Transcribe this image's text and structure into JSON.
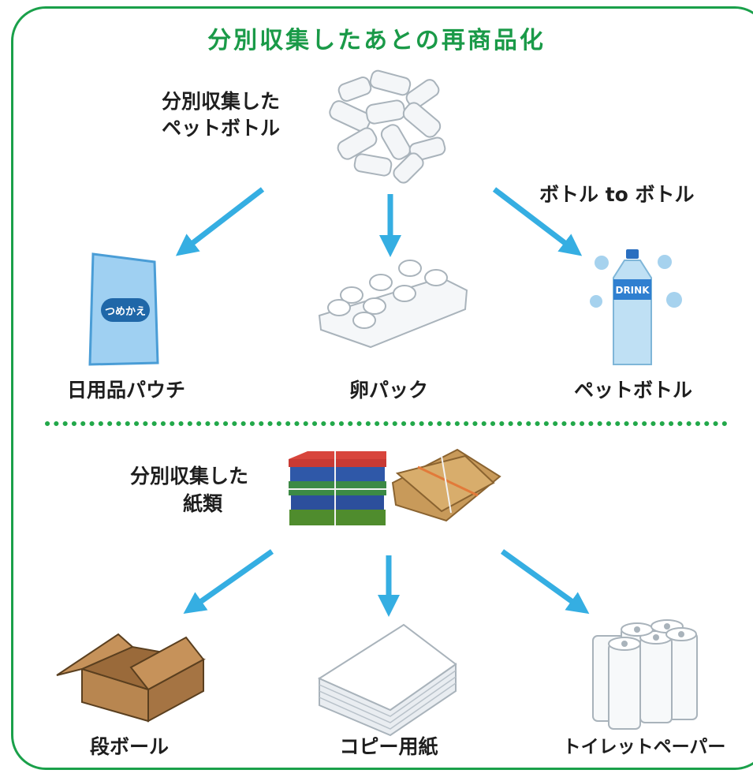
{
  "title": "分別収集したあとの再商品化",
  "pet_section": {
    "source_line1": "分別収集した",
    "source_line2": "ペットボトル",
    "bottle_to_bottle": "ボトル to ボトル",
    "products": [
      "日用品パウチ",
      "卵パック",
      "ペットボトル"
    ],
    "pouch_text": "つめかえ",
    "bottle_label": "DRINK"
  },
  "paper_section": {
    "source_line1": "分別収集した",
    "source_line2": "紙類",
    "products": [
      "段ボール",
      "コピー用紙",
      "トイレットペーパー"
    ]
  },
  "colors": {
    "frame": "#1aa04a",
    "title": "#1a9a48",
    "arrow": "#35aee2",
    "divider": "#22a84a"
  }
}
